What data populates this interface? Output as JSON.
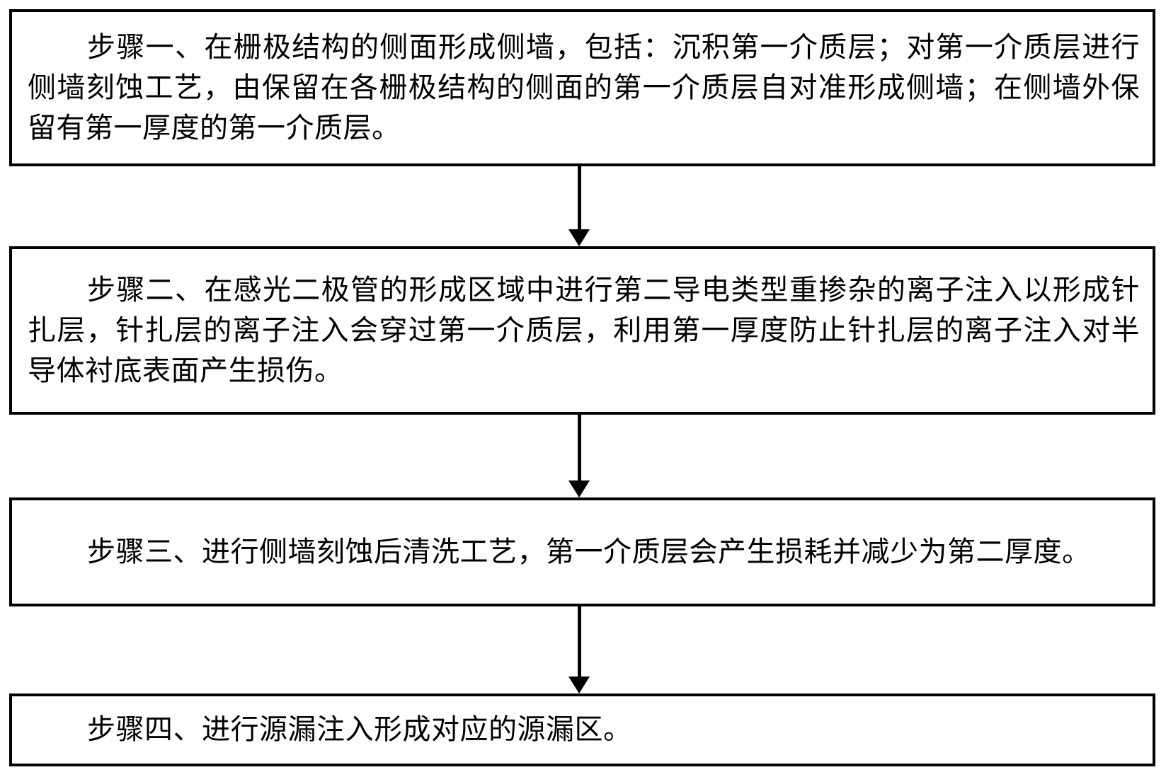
{
  "diagram": {
    "type": "flowchart",
    "orientation": "vertical-top-to-bottom",
    "language": "zh-CN",
    "line_color": "#000000",
    "background_color": "#ffffff",
    "box_fill_color": "#ffffff",
    "steps": [
      {
        "id": "step-1",
        "label": "步骤一",
        "text": "步骤一、在栅极结构的侧面形成侧墙，包括：沉积第一介质层；对第一介质层进行侧墙刻蚀工艺，由保留在各栅极结构的侧面的第一介质层自对准形成侧墙；在侧墙外保留有第一厚度的第一介质层。"
      },
      {
        "id": "step-2",
        "label": "步骤二",
        "text": "步骤二、在感光二极管的形成区域中进行第二导电类型重掺杂的离子注入以形成针扎层，针扎层的离子注入会穿过第一介质层，利用第一厚度防止针扎层的离子注入对半导体衬底表面产生损伤。"
      },
      {
        "id": "step-3",
        "label": "步骤三",
        "text": "步骤三、进行侧墙刻蚀后清洗工艺，第一介质层会产生损耗并减少为第二厚度。"
      },
      {
        "id": "step-4",
        "label": "步骤四",
        "text": "步骤四、进行源漏注入形成对应的源漏区。"
      }
    ],
    "connectors": [
      {
        "id": "connector-1",
        "from": "step-1",
        "to": "step-2",
        "icon": "down-arrow-icon"
      },
      {
        "id": "connector-2",
        "from": "step-2",
        "to": "step-3",
        "icon": "down-arrow-icon"
      },
      {
        "id": "connector-3",
        "from": "step-3",
        "to": "step-4",
        "icon": "down-arrow-icon"
      }
    ]
  }
}
